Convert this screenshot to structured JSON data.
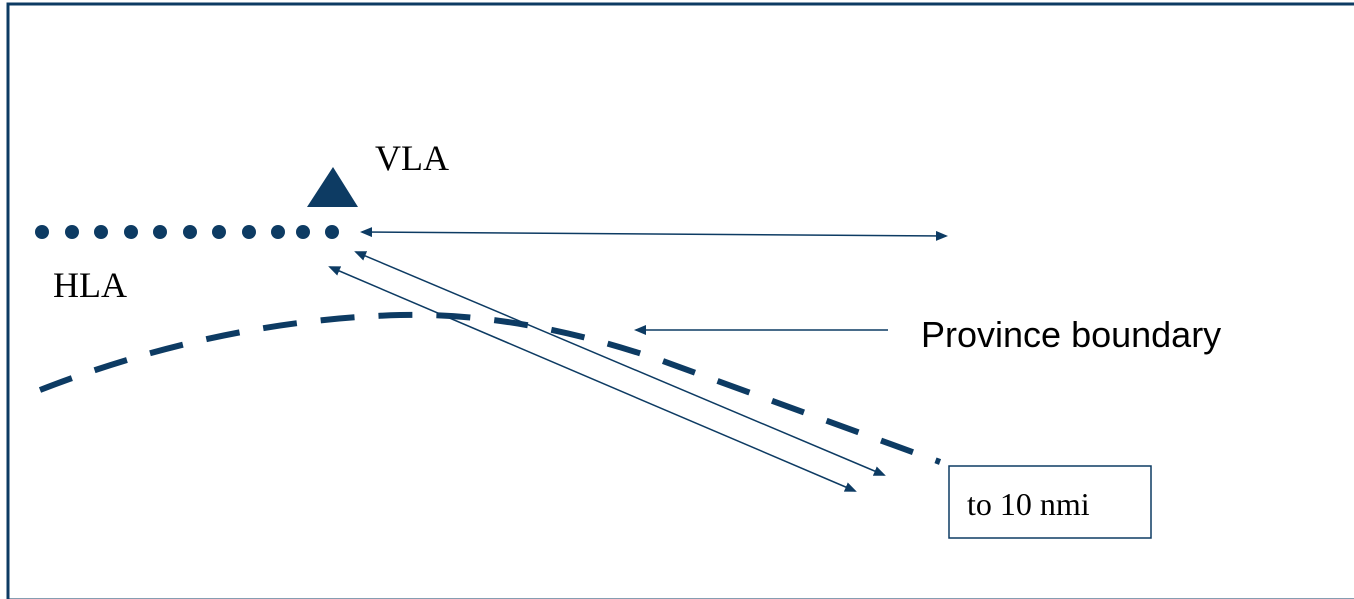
{
  "diagram": {
    "labels": {
      "vla": "VLA",
      "hla": "HLA",
      "province_boundary": "Province boundary",
      "distance_note": "to 10 nmi"
    },
    "colors": {
      "primary": "#0d3b63",
      "background": "#ffffff"
    },
    "icons": {
      "vla_marker": "triangle-icon"
    }
  }
}
